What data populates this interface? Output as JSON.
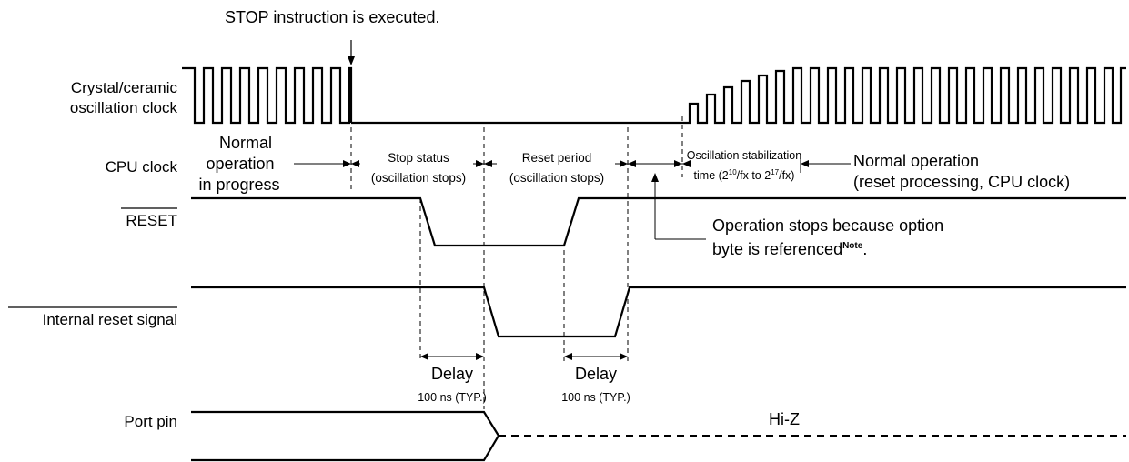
{
  "title": "STOP instruction is executed.",
  "signals": {
    "crystal_line1": "Crystal/ceramic",
    "crystal_line2": "oscillation clock",
    "cpu": "CPU clock",
    "reset": "RESET",
    "internal_reset": "Internal reset signal",
    "port": "Port pin"
  },
  "phases": {
    "normal_in_progress": [
      "Normal",
      "operation",
      "in progress"
    ],
    "stop_status": [
      "Stop status",
      "(oscillation stops)"
    ],
    "reset_period": [
      "Reset period",
      "(oscillation stops)"
    ],
    "osc_stab_line1": "Oscillation stabilization",
    "osc_stab_line2": {
      "prefix": "time (2",
      "exp1": "10",
      "mid": "/fx to 2",
      "exp2": "17",
      "suffix": "/fx)"
    },
    "normal_operation": [
      "Normal operation",
      "(reset processing, CPU clock)"
    ]
  },
  "note": {
    "line1": "Operation stops because option",
    "line2_prefix": "byte is referenced",
    "line2_sup": "Note",
    "line2_suffix": "."
  },
  "delays": [
    {
      "label": "Delay",
      "value": "100 ns (TYP.)"
    },
    {
      "label": "Delay",
      "value": "100 ns (TYP.)"
    }
  ],
  "hi_z": "Hi-Z",
  "colors": {
    "ink": "#000000",
    "background": "#ffffff"
  }
}
